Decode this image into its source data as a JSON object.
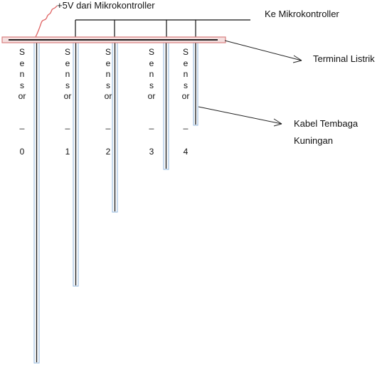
{
  "labels": {
    "power": "+5V dari Mikrokontroller",
    "mcu": "Ke Mikrokontroller",
    "terminal": "Terminal Listrik",
    "cable_line1": "Kabel Tembaga",
    "cable_line2": "Kuningan"
  },
  "sensors": [
    {
      "name": "Sensor_0",
      "word": "Sensor",
      "sep": "_",
      "index": "0"
    },
    {
      "name": "Sensor_1",
      "word": "Sensor",
      "sep": "_",
      "index": "1"
    },
    {
      "name": "Sensor_2",
      "word": "Sensor",
      "sep": "_",
      "index": "2"
    },
    {
      "name": "Sensor_3",
      "word": "Sensor",
      "sep": "_",
      "index": "3"
    },
    {
      "name": "Sensor_4",
      "word": "Sensor",
      "sep": "_",
      "index": "4"
    }
  ],
  "colors": {
    "terminal_outline": "#d98080",
    "terminal_fill": "#f4dede",
    "rod_outline": "#8fb4dc",
    "rod_core": "#222222",
    "power_wire": "#e06666",
    "line": "#111111"
  }
}
